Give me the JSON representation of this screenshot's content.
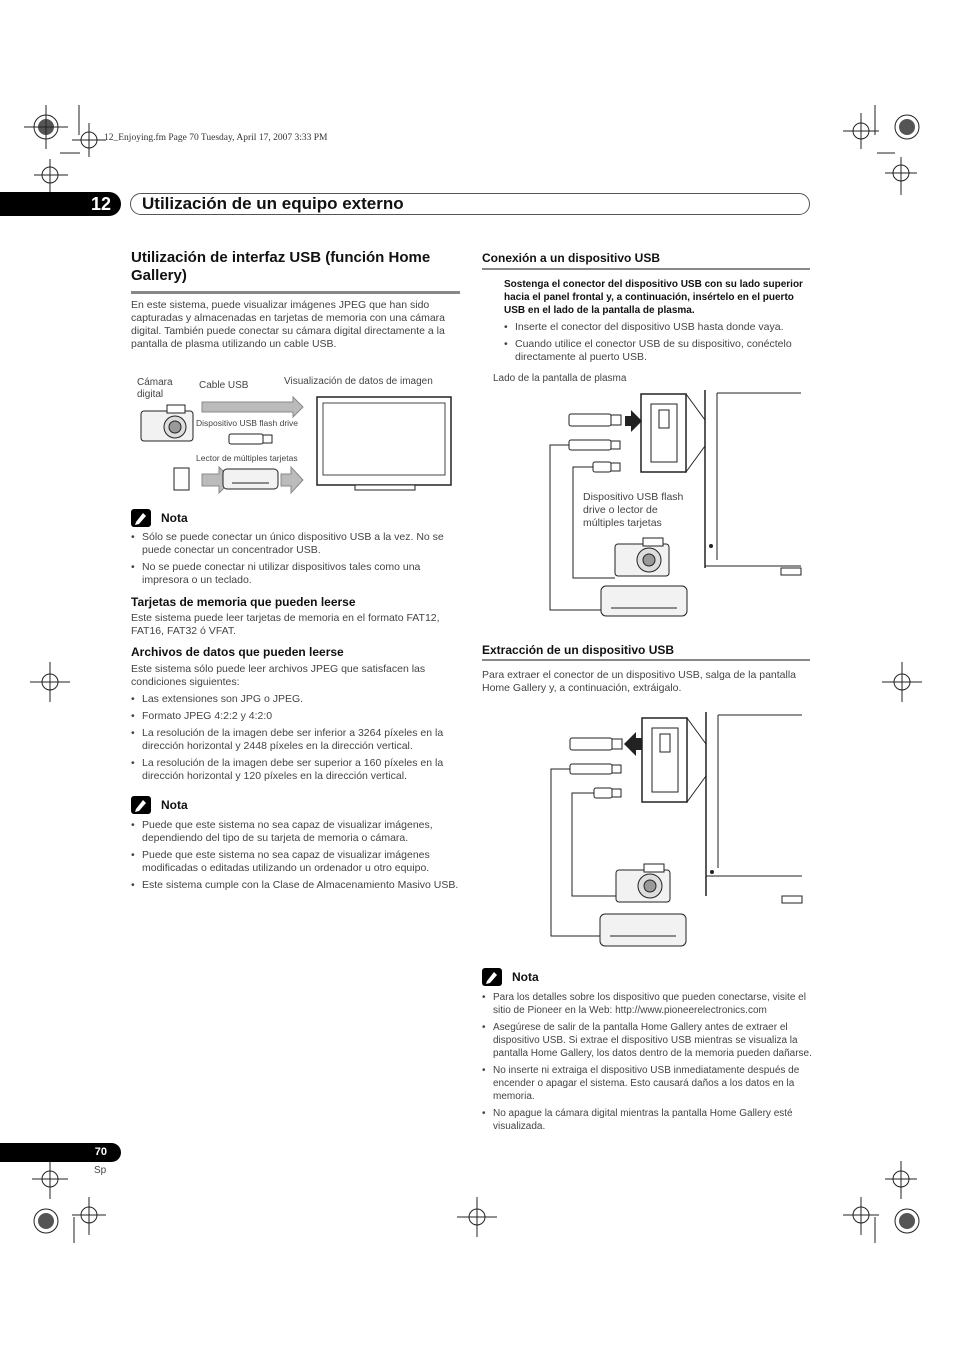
{
  "file_info": "12_Enjoying.fm  Page 70  Tuesday, April 17, 2007  3:33 PM",
  "chapter": {
    "number": "12",
    "title": "Utilización de un equipo externo"
  },
  "left": {
    "heading": "Utilización de interfaz USB (función Home Gallery)",
    "intro": "En este sistema, puede visualizar imágenes JPEG que han sido capturadas y almacenadas en tarjetas de memoria con una cámara digital. También puede conectar su cámara digital directamente a la pantalla de plasma utilizando un cable USB.",
    "diagram": {
      "camera_label": "Cámara digital",
      "cable_label": "Cable USB",
      "display_label": "Visualización de datos de imagen",
      "flash_label": "Dispositivo USB flash drive",
      "reader_label": "Lector de múltiples tarjetas"
    },
    "nota1": {
      "label": "Nota",
      "items": [
        "Sólo se puede conectar un único dispositivo USB a la vez. No se puede conectar un concentrador USB.",
        "No se puede conectar ni utilizar dispositivos tales como una impresora o un teclado."
      ]
    },
    "cards": {
      "heading": "Tarjetas de memoria que pueden leerse",
      "text": "Este sistema puede leer tarjetas de memoria en el formato FAT12, FAT16, FAT32 ó VFAT."
    },
    "files": {
      "heading": "Archivos de datos que pueden leerse",
      "text": "Este sistema sólo puede leer archivos JPEG que satisfacen las condiciones siguientes:",
      "items": [
        "Las extensiones son JPG o JPEG.",
        "Formato JPEG 4:2:2 y 4:2:0",
        "La resolución de la imagen debe ser inferior a 3264 píxeles en la dirección horizontal y 2448 píxeles en la dirección vertical.",
        "La resolución de la imagen debe ser superior a 160 píxeles en la dirección horizontal y 120 píxeles en la dirección vertical."
      ]
    },
    "nota2": {
      "label": "Nota",
      "items": [
        "Puede que este sistema no sea capaz de visualizar imágenes, dependiendo del tipo de su tarjeta de memoria o cámara.",
        "Puede que este sistema no sea capaz de visualizar imágenes modificadas o editadas utilizando un ordenador u otro equipo.",
        "Este sistema cumple con la Clase de Almacenamiento Masivo USB."
      ]
    }
  },
  "right": {
    "connect": {
      "heading": "Conexión a un dispositivo USB",
      "instruction": "Sostenga el conector del dispositivo USB con su lado superior hacia el panel frontal y, a continuación, insértelo en el puerto USB en el lado de la pantalla de plasma.",
      "items": [
        "Inserte el conector del dispositivo USB hasta donde vaya.",
        "Cuando utilice el conector USB de su dispositivo, conéctelo directamente al puerto USB."
      ],
      "side_label": "Lado de la pantalla de plasma",
      "device_label": "Dispositivo USB flash drive o lector de múltiples tarjetas"
    },
    "remove": {
      "heading": "Extracción de un dispositivo USB",
      "text": "Para extraer el conector de un dispositivo USB, salga de la pantalla Home Gallery y, a continuación, extráigalo."
    },
    "nota3": {
      "label": "Nota",
      "items": [
        "Para los detalles sobre los dispositivo que pueden conectarse, visite el sitio de Pioneer en la Web: http://www.pioneerelectronics.com",
        "Asegúrese de salir de la pantalla Home Gallery antes de extraer el dispositivo USB. Si extrae el dispositivo USB mientras se visualiza la pantalla Home Gallery, los datos dentro de la memoria pueden dañarse.",
        "No inserte ni extraiga el dispositivo USB inmediatamente después de encender o apagar el sistema. Esto causará daños a los datos en la memoria.",
        "No apague la cámara digital mientras la pantalla Home Gallery esté visualizada."
      ]
    }
  },
  "footer": {
    "page": "70",
    "lang": "Sp"
  }
}
